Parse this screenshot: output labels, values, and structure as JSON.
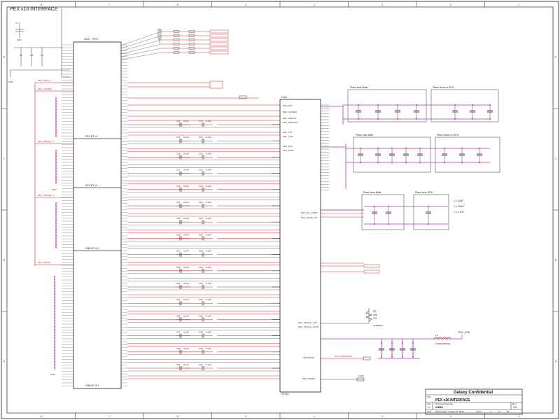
{
  "sheet": {
    "title": "PEX x16 INTERFACE",
    "border_cols": [
      "1",
      "2",
      "3",
      "4",
      "5",
      "6",
      "7",
      "8"
    ],
    "border_rows": [
      "A",
      "B",
      "C",
      "D"
    ]
  },
  "title_block": {
    "company": "Galaxy Confidential",
    "title_label": "Title",
    "title": "PEX x16 INTERFACE",
    "size_label": "Size",
    "size": "C",
    "docnum_label": "Document Number",
    "docnum": "G4DK",
    "rev_label": "Rev",
    "rev": "011",
    "date_label": "Date:",
    "date": "Wednesday, October 27, 2010",
    "sheet_label": "Sheet",
    "sheet_num": "7",
    "sheet_of": "of",
    "sheet_total": "33"
  },
  "left_ic": {
    "ref": "U1B",
    "part": "PEX",
    "banks": [
      "PEX BT VL",
      "PEX BT VL",
      "GNB BT VH",
      "GNB BT VH"
    ]
  },
  "right_ic": {
    "ref": "U1A",
    "part": "GF116",
    "pins": [
      "PEX_RST",
      "PEX_CLKREQ",
      "PEX_REFCLK",
      "PEX_REFCLK#",
      "PEX_TX0",
      "PEX_TX0#",
      "PEX_RX0",
      "PEX_RX0#",
      "PEX_PLL_HVDD",
      "PEX_SVDD_3V3",
      "PEX_TSTCLK_OUT",
      "PEX_TSTCLK_OUT#",
      "TESTMODE",
      "PEX_TERMP"
    ]
  },
  "notes": {
    "place_near_balls": "Place near Balls",
    "place_close_gpu": "Place close to GPU",
    "place_near_balls_2": "Place near balls",
    "place_close_gpu_2": "Place Close to GPU",
    "place_near_balls_3": "Place near Balls",
    "place_near_gpu": "Place near GPU"
  },
  "side_notes": [
    "1 x 10uF",
    "1 x 100nF",
    "1 x 4.7uF"
  ],
  "labels": {
    "pex_vdd": "PEX_VDD",
    "resistor_ref": "R2",
    "resistor_val": "200",
    "resistor_tol": "1%",
    "termp_res": "2.49K",
    "common": "COMMON",
    "gpu_testmode": "GPU_TESTMODE",
    "ind_ref": "L1",
    "ind_val": "120R@100MHz"
  },
  "cap_pairs": [
    [
      "C11",
      "C12"
    ],
    [
      "C13",
      "C14"
    ],
    [
      "C15",
      "C16"
    ],
    [
      "C17",
      "C18"
    ],
    [
      "C19",
      "C20"
    ],
    [
      "C21",
      "C22"
    ],
    [
      "C23",
      "C24"
    ],
    [
      "C25",
      "C26"
    ],
    [
      "C27",
      "C28"
    ],
    [
      "C29",
      "C30"
    ],
    [
      "C31",
      "C32"
    ],
    [
      "C33",
      "C34"
    ],
    [
      "C35",
      "C36"
    ],
    [
      "C37",
      "C38"
    ],
    [
      "C39",
      "C40"
    ],
    [
      "C41",
      "C42"
    ]
  ],
  "cap_value": "0.1uF"
}
